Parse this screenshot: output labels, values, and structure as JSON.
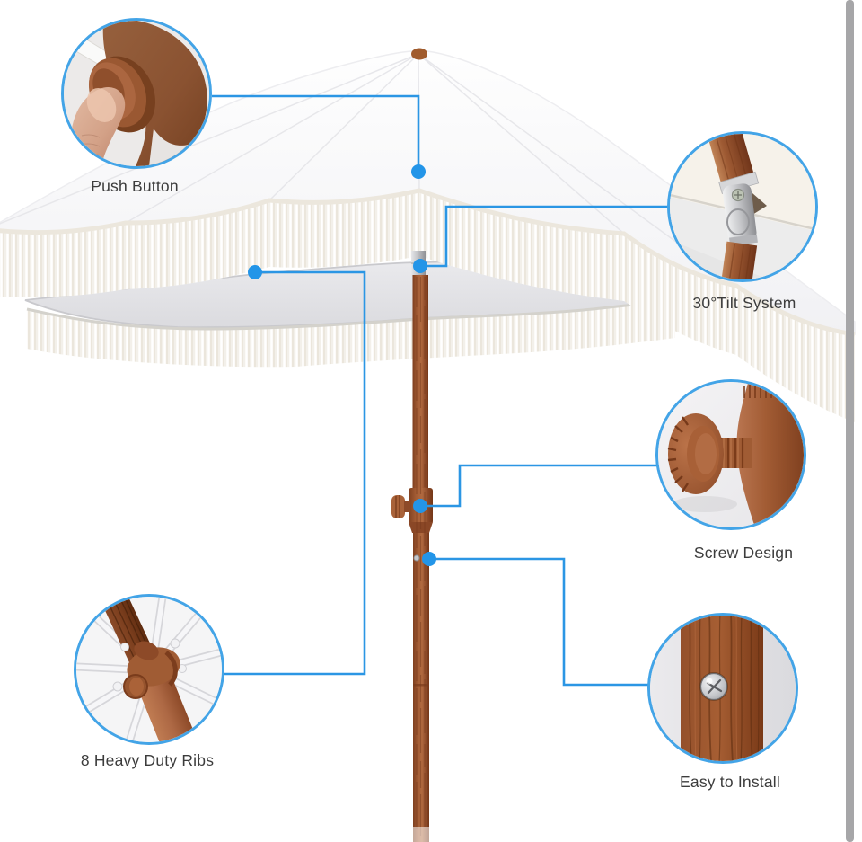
{
  "theme": {
    "accent_blue": "#2b96e4",
    "dot_blue": "#2395e8",
    "ring_blue": "#43a4e7",
    "text_color": "#3c3c3c",
    "background": "#ffffff",
    "scrollbar_gray": "#a6a6a8",
    "wood_brown": "#9a5631",
    "canopy_white": "#fbfbfc",
    "fringe_ivory": "#f6f4ef"
  },
  "callouts": [
    {
      "id": "push-button",
      "label": "Push Button"
    },
    {
      "id": "tilt-system",
      "label": "30°Tilt System"
    },
    {
      "id": "screw-design",
      "label": "Screw Design"
    },
    {
      "id": "heavy-duty-ribs",
      "label": "8 Heavy Duty Ribs"
    },
    {
      "id": "easy-install",
      "label": "Easy to Install"
    }
  ]
}
